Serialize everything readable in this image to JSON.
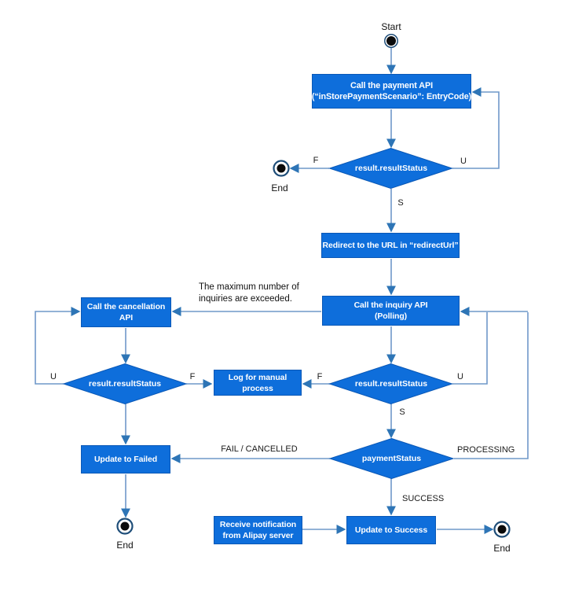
{
  "colors": {
    "node_fill": "#0E6EDB",
    "node_border": "#0A58B6",
    "node_text": "#FFFFFF",
    "connector": "#6F98C9",
    "arrowhead": "#2E75B6",
    "terminal_ring": "#1F4E79",
    "terminal_dot": "#0B0B0B",
    "label_text": "#1A1A1A"
  },
  "terminals": {
    "start": {
      "label": "Start"
    },
    "end_top": {
      "label": "End"
    },
    "end_left": {
      "label": "End"
    },
    "end_right": {
      "label": "End"
    }
  },
  "nodes": {
    "payment_api": {
      "line1": "Call the payment API",
      "line2": "(“inStorePaymentScenario”: EntryCode)"
    },
    "redirect": {
      "line1": "Redirect to the URL in “redirectUrl”"
    },
    "inquiry": {
      "line1": "Call the inquiry API",
      "line2": "(Polling)"
    },
    "cancellation": {
      "line1": "Call the cancellation",
      "line2": "API"
    },
    "log_manual": {
      "line1": "Log for manual",
      "line2": "process"
    },
    "update_failed": {
      "line1": "Update to Failed"
    },
    "receive_notification": {
      "line1": "Receive notification",
      "line2": "from Alipay server"
    },
    "update_success": {
      "line1": "Update to Success"
    }
  },
  "decisions": {
    "payment_result": {
      "label": "result.resultStatus"
    },
    "cancel_result": {
      "label": "result.resultStatus"
    },
    "inquiry_result": {
      "label": "result.resultStatus"
    },
    "payment_status": {
      "label": "paymentStatus"
    }
  },
  "edge_labels": {
    "d1_f": "F",
    "d1_u": "U",
    "d1_s": "S",
    "d2_u": "U",
    "d2_f": "F",
    "d3_f": "F",
    "d3_u": "U",
    "d3_s": "S",
    "fail": "FAIL / CANCELLED",
    "processing": "PROCESSING",
    "success": "SUCCESS"
  },
  "annotations": {
    "max_inquiries": {
      "line1": "The maximum number of",
      "line2": "inquiries are exceeded."
    }
  }
}
